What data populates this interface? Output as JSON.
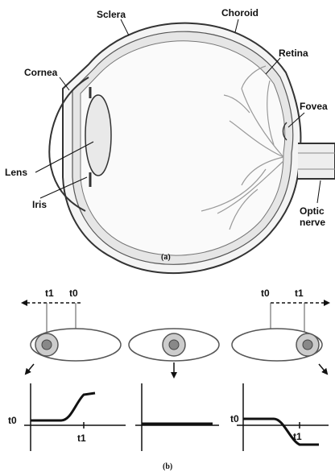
{
  "figure": {
    "part_a": {
      "labels": {
        "sclera": "Sclera",
        "choroid": "Choroid",
        "retina": "Retina",
        "cornea": "Cornea",
        "fovea": "Fovea",
        "lens": "Lens",
        "iris": "Iris",
        "optic_line1": "Optic",
        "optic_line2": "nerve"
      },
      "caption": "(a)"
    },
    "part_b": {
      "caption": "(b)",
      "left_panel": {
        "t1": "t1",
        "t0": "t0",
        "axis_t0": "t0",
        "axis_t1": "t1"
      },
      "middle_panel": {},
      "right_panel": {
        "t0": "t0",
        "t1": "t1",
        "axis_t0": "t0",
        "axis_t1": "t1"
      }
    }
  }
}
